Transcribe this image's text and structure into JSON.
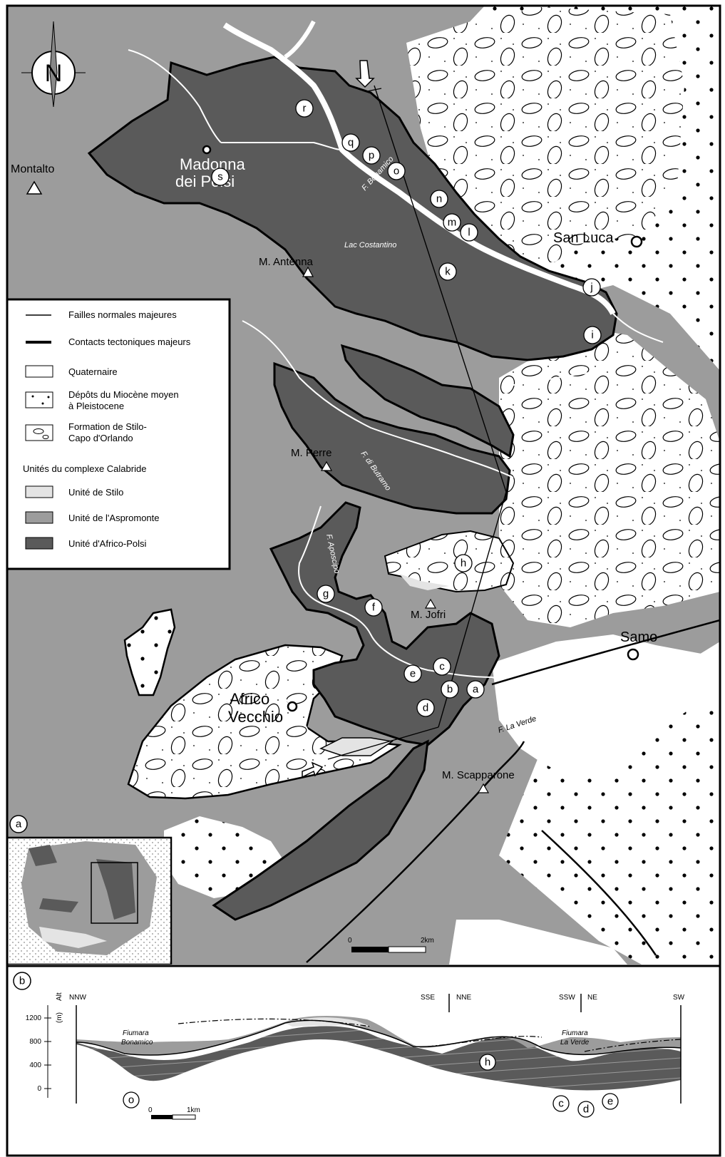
{
  "panels": {
    "map_letter": "a",
    "section_letter": "b"
  },
  "north": {
    "letter": "N"
  },
  "places": [
    {
      "name": "madonna-1",
      "text": "Madonna"
    },
    {
      "name": "madonna-2",
      "text": "dei Polsi"
    },
    {
      "name": "montalto",
      "text": "Montalto"
    },
    {
      "name": "antenna",
      "text": "M. Antenna"
    },
    {
      "name": "san-luca",
      "text": "San Luca"
    },
    {
      "name": "perre",
      "text": "M. Perre"
    },
    {
      "name": "jofri",
      "text": "M. Jofri"
    },
    {
      "name": "samo",
      "text": "Samo"
    },
    {
      "name": "africo-1",
      "text": "Africo"
    },
    {
      "name": "africo-2",
      "text": "Vecchio"
    },
    {
      "name": "scapparone",
      "text": "M. Scapparone"
    }
  ],
  "rivers": [
    {
      "name": "bonamico",
      "text": "F. Bonamico"
    },
    {
      "name": "costantino",
      "text": "Lac Costantino"
    },
    {
      "name": "butramo",
      "text": "F. di Butramo"
    },
    {
      "name": "aposcipo",
      "text": "F. Aposcipo"
    },
    {
      "name": "laverde",
      "text": "F. La Verde"
    }
  ],
  "sample_points": [
    "a",
    "b",
    "c",
    "d",
    "e",
    "f",
    "g",
    "h",
    "i",
    "j",
    "k",
    "l",
    "m",
    "n",
    "o",
    "p",
    "q",
    "r",
    "s"
  ],
  "legend": {
    "faults": "Failles normales majeures",
    "contacts": "Contacts tectoniques majeurs",
    "quaternaire": "Quaternaire",
    "miocene_1": "Dépôts du Miocène moyen",
    "miocene_2": "à Pleistocene",
    "stilo_capo_1": "Formation de Stilo-",
    "stilo_capo_2": "Capo d'Orlando",
    "calabride": "Unités du complexe Calabride",
    "stilo": "Unité de Stilo",
    "aspromonte": "Unité de l'Aspromonte",
    "africo": "Unité d'Africo-Polsi"
  },
  "scale_map": {
    "zero": "0",
    "end": "2km"
  },
  "section": {
    "alt_label": "Alt",
    "alt_unit": "(m)",
    "ticks": [
      "1200",
      "800",
      "400",
      "0"
    ],
    "orient": [
      "NNW",
      "SSE",
      "NNE",
      "SSW",
      "NE",
      "SW"
    ],
    "fiumara_bonamico_1": "Fiumara",
    "fiumara_bonamico_2": "Bonamico",
    "fiumara_laverde_1": "Fiumara",
    "fiumara_laverde_2": "La Verde",
    "points": [
      "o",
      "h",
      "c",
      "d",
      "e"
    ],
    "scale_zero": "0",
    "scale_end": "1km"
  },
  "colors": {
    "aspromonte": "#9c9c9c",
    "africo_polsi": "#5a5a5a",
    "stilo": "#e4e4e4",
    "white": "#ffffff"
  }
}
